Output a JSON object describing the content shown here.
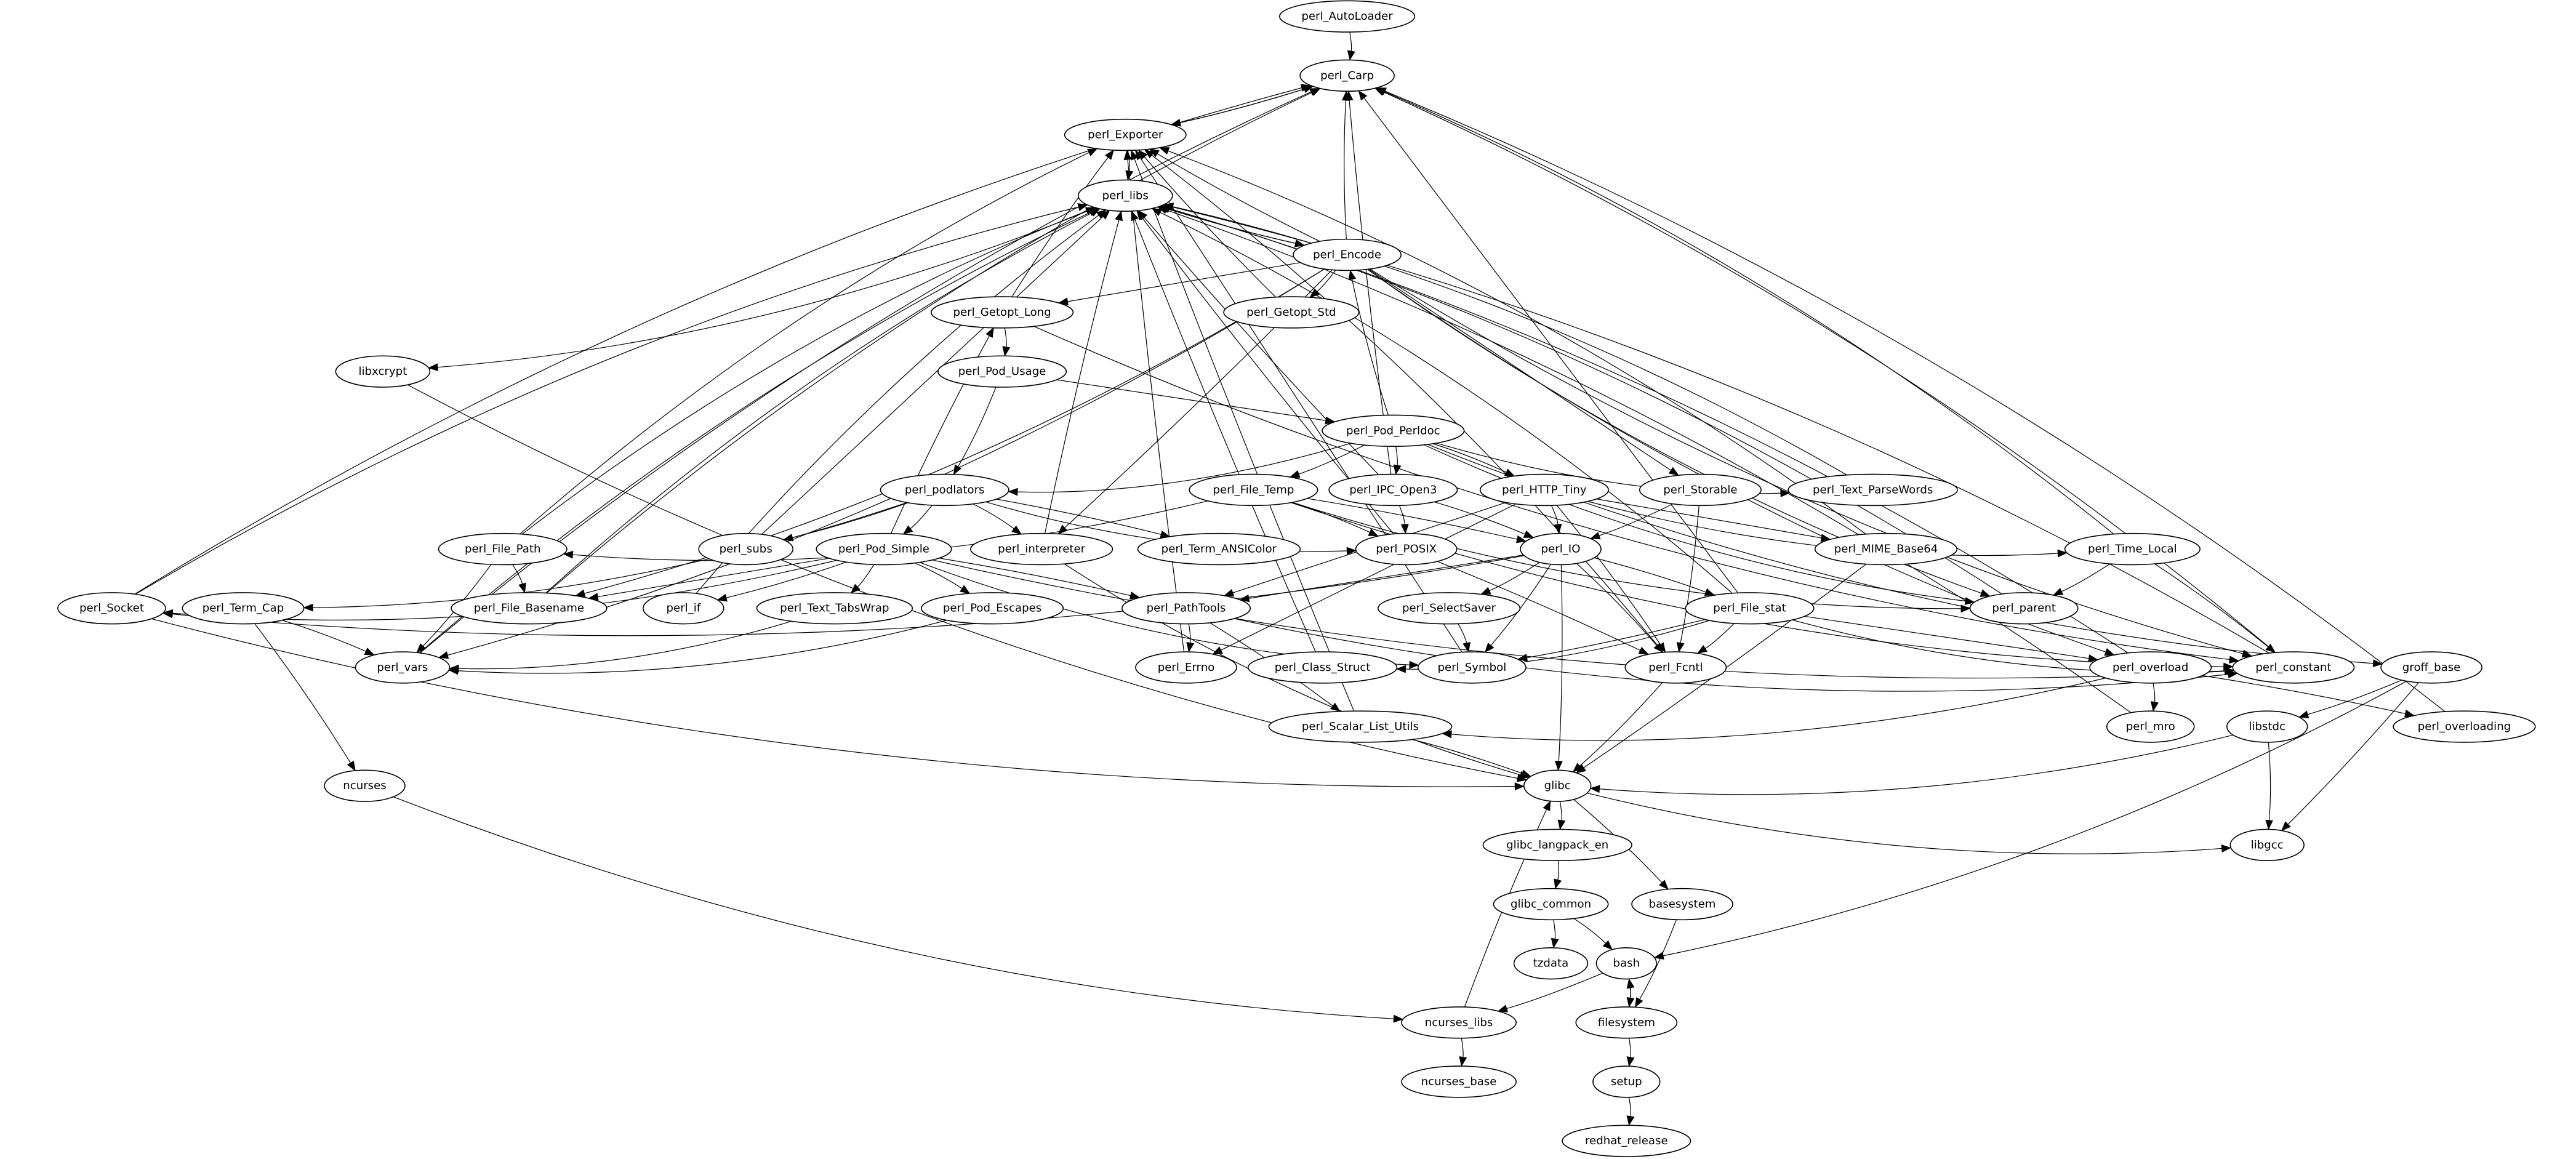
{
  "graph": {
    "type": "directed-dependency-graph",
    "colors": {
      "background": "#ffffff",
      "stroke": "#000000",
      "node_fill": "#ffffff",
      "text": "#000000"
    },
    "nodes": [
      {
        "id": "perl_AutoLoader",
        "label": "perl_AutoLoader"
      },
      {
        "id": "perl_Carp",
        "label": "perl_Carp"
      },
      {
        "id": "perl_Exporter",
        "label": "perl_Exporter"
      },
      {
        "id": "perl_libs",
        "label": "perl_libs"
      },
      {
        "id": "perl_Encode",
        "label": "perl_Encode"
      },
      {
        "id": "perl_Getopt_Long",
        "label": "perl_Getopt_Long"
      },
      {
        "id": "perl_Getopt_Std",
        "label": "perl_Getopt_Std"
      },
      {
        "id": "libxcrypt",
        "label": "libxcrypt"
      },
      {
        "id": "perl_Pod_Usage",
        "label": "perl_Pod_Usage"
      },
      {
        "id": "perl_Pod_Perldoc",
        "label": "perl_Pod_Perldoc"
      },
      {
        "id": "perl_podlators",
        "label": "perl_podlators"
      },
      {
        "id": "perl_File_Temp",
        "label": "perl_File_Temp"
      },
      {
        "id": "perl_IPC_Open3",
        "label": "perl_IPC_Open3"
      },
      {
        "id": "perl_HTTP_Tiny",
        "label": "perl_HTTP_Tiny"
      },
      {
        "id": "perl_Storable",
        "label": "perl_Storable"
      },
      {
        "id": "perl_Text_ParseWords",
        "label": "perl_Text_ParseWords"
      },
      {
        "id": "perl_File_Path",
        "label": "perl_File_Path"
      },
      {
        "id": "perl_subs",
        "label": "perl_subs"
      },
      {
        "id": "perl_Pod_Simple",
        "label": "perl_Pod_Simple"
      },
      {
        "id": "perl_interpreter",
        "label": "perl_interpreter"
      },
      {
        "id": "perl_Term_ANSIColor",
        "label": "perl_Term_ANSIColor"
      },
      {
        "id": "perl_POSIX",
        "label": "perl_POSIX"
      },
      {
        "id": "perl_IO",
        "label": "perl_IO"
      },
      {
        "id": "perl_MIME_Base64",
        "label": "perl_MIME_Base64"
      },
      {
        "id": "perl_Time_Local",
        "label": "perl_Time_Local"
      },
      {
        "id": "perl_Socket",
        "label": "perl_Socket"
      },
      {
        "id": "perl_Term_Cap",
        "label": "perl_Term_Cap"
      },
      {
        "id": "perl_File_Basename",
        "label": "perl_File_Basename"
      },
      {
        "id": "perl_if",
        "label": "perl_if"
      },
      {
        "id": "perl_Text_TabsWrap",
        "label": "perl_Text_TabsWrap"
      },
      {
        "id": "perl_Pod_Escapes",
        "label": "perl_Pod_Escapes"
      },
      {
        "id": "perl_PathTools",
        "label": "perl_PathTools"
      },
      {
        "id": "perl_SelectSaver",
        "label": "perl_SelectSaver"
      },
      {
        "id": "perl_File_stat",
        "label": "perl_File_stat"
      },
      {
        "id": "perl_parent",
        "label": "perl_parent"
      },
      {
        "id": "perl_vars",
        "label": "perl_vars"
      },
      {
        "id": "perl_Errno",
        "label": "perl_Errno"
      },
      {
        "id": "perl_Class_Struct",
        "label": "perl_Class_Struct"
      },
      {
        "id": "perl_Symbol",
        "label": "perl_Symbol"
      },
      {
        "id": "perl_Fcntl",
        "label": "perl_Fcntl"
      },
      {
        "id": "perl_overload",
        "label": "perl_overload"
      },
      {
        "id": "perl_constant",
        "label": "perl_constant"
      },
      {
        "id": "groff_base",
        "label": "groff_base"
      },
      {
        "id": "perl_Scalar_List_Utils",
        "label": "perl_Scalar_List_Utils"
      },
      {
        "id": "perl_mro",
        "label": "perl_mro"
      },
      {
        "id": "libstdc",
        "label": "libstdc"
      },
      {
        "id": "perl_overloading",
        "label": "perl_overloading"
      },
      {
        "id": "ncurses",
        "label": "ncurses"
      },
      {
        "id": "glibc",
        "label": "glibc"
      },
      {
        "id": "libgcc",
        "label": "libgcc"
      },
      {
        "id": "glibc_langpack_en",
        "label": "glibc_langpack_en"
      },
      {
        "id": "glibc_common",
        "label": "glibc_common"
      },
      {
        "id": "basesystem",
        "label": "basesystem"
      },
      {
        "id": "tzdata",
        "label": "tzdata"
      },
      {
        "id": "bash",
        "label": "bash"
      },
      {
        "id": "ncurses_libs",
        "label": "ncurses_libs"
      },
      {
        "id": "filesystem",
        "label": "filesystem"
      },
      {
        "id": "ncurses_base",
        "label": "ncurses_base"
      },
      {
        "id": "setup",
        "label": "setup"
      },
      {
        "id": "redhat_release",
        "label": "redhat_release"
      }
    ],
    "edges": [
      [
        "perl_AutoLoader",
        "perl_Carp"
      ],
      [
        "perl_Carp",
        "perl_Exporter"
      ],
      [
        "perl_Exporter",
        "perl_Carp"
      ],
      [
        "perl_Exporter",
        "perl_libs"
      ],
      [
        "perl_Encode",
        "perl_Carp"
      ],
      [
        "perl_Encode",
        "perl_Exporter"
      ],
      [
        "perl_Encode",
        "perl_libs"
      ],
      [
        "perl_libs",
        "perl_Encode"
      ],
      [
        "perl_Encode",
        "perl_Getopt_Long"
      ],
      [
        "perl_Encode",
        "perl_Getopt_Std"
      ],
      [
        "perl_Encode",
        "perl_Storable"
      ],
      [
        "perl_Encode",
        "perl_parent"
      ],
      [
        "perl_Encode",
        "perl_constant"
      ],
      [
        "perl_Encode",
        "perl_overload"
      ],
      [
        "perl_Encode",
        "perl_interpreter"
      ],
      [
        "perl_Encode",
        "perl_vars"
      ],
      [
        "perl_Encode",
        "perl_File_Basename"
      ],
      [
        "perl_Getopt_Std",
        "perl_Exporter"
      ],
      [
        "perl_Getopt_Long",
        "perl_Exporter"
      ],
      [
        "perl_Getopt_Long",
        "perl_Pod_Usage"
      ],
      [
        "perl_Getopt_Long",
        "perl_constant"
      ],
      [
        "perl_libs",
        "libxcrypt"
      ],
      [
        "perl_Pod_Usage",
        "perl_podlators"
      ],
      [
        "perl_Pod_Usage",
        "perl_Pod_Perldoc"
      ],
      [
        "perl_Pod_Perldoc",
        "perl_Encode"
      ],
      [
        "perl_Pod_Perldoc",
        "perl_podlators"
      ],
      [
        "perl_Pod_Perldoc",
        "perl_File_Temp"
      ],
      [
        "perl_Pod_Perldoc",
        "perl_IPC_Open3"
      ],
      [
        "perl_Pod_Perldoc",
        "perl_HTTP_Tiny"
      ],
      [
        "perl_Pod_Perldoc",
        "perl_Text_ParseWords"
      ],
      [
        "perl_Pod_Perldoc",
        "perl_parent"
      ],
      [
        "perl_Pod_Perldoc",
        "groff_base"
      ],
      [
        "perl_podlators",
        "perl_subs"
      ],
      [
        "perl_podlators",
        "perl_Pod_Simple"
      ],
      [
        "perl_podlators",
        "perl_interpreter"
      ],
      [
        "perl_podlators",
        "perl_Term_ANSIColor"
      ],
      [
        "perl_podlators",
        "perl_POSIX"
      ],
      [
        "perl_podlators",
        "perl_Term_Cap"
      ],
      [
        "perl_File_Temp",
        "perl_File_Path"
      ],
      [
        "perl_File_Temp",
        "perl_POSIX"
      ],
      [
        "perl_File_Temp",
        "perl_IO"
      ],
      [
        "perl_File_Temp",
        "perl_constant"
      ],
      [
        "perl_File_Temp",
        "perl_parent"
      ],
      [
        "perl_IPC_Open3",
        "perl_POSIX"
      ],
      [
        "perl_IPC_Open3",
        "perl_IO"
      ],
      [
        "perl_IPC_Open3",
        "perl_libs"
      ],
      [
        "perl_IPC_Open3",
        "perl_Carp"
      ],
      [
        "perl_HTTP_Tiny",
        "perl_IO"
      ],
      [
        "perl_HTTP_Tiny",
        "perl_Fcntl"
      ],
      [
        "perl_HTTP_Tiny",
        "perl_MIME_Base64"
      ],
      [
        "perl_HTTP_Tiny",
        "perl_Time_Local"
      ],
      [
        "perl_HTTP_Tiny",
        "perl_Errno"
      ],
      [
        "perl_HTTP_Tiny",
        "perl_PathTools"
      ],
      [
        "perl_Storable",
        "perl_IO"
      ],
      [
        "perl_Storable",
        "perl_Fcntl"
      ],
      [
        "perl_Text_ParseWords",
        "perl_libs"
      ],
      [
        "perl_File_Path",
        "perl_File_Basename"
      ],
      [
        "perl_File_Path",
        "perl_vars"
      ],
      [
        "perl_File_Path",
        "perl_libs"
      ],
      [
        "perl_File_Path",
        "perl_Exporter"
      ],
      [
        "perl_subs",
        "perl_libs"
      ],
      [
        "perl_Pod_Simple",
        "perl_Getopt_Long"
      ],
      [
        "perl_Pod_Simple",
        "perl_if"
      ],
      [
        "perl_Pod_Simple",
        "perl_Text_TabsWrap"
      ],
      [
        "perl_Pod_Simple",
        "perl_Pod_Escapes"
      ],
      [
        "perl_Pod_Simple",
        "perl_PathTools"
      ],
      [
        "perl_Pod_Simple",
        "perl_Symbol"
      ],
      [
        "perl_Pod_Simple",
        "perl_File_Basename"
      ],
      [
        "perl_Pod_Simple",
        "perl_Socket"
      ],
      [
        "perl_Pod_Simple",
        "perl_constant"
      ],
      [
        "perl_interpreter",
        "perl_libs"
      ],
      [
        "perl_interpreter",
        "glibc"
      ],
      [
        "perl_POSIX",
        "perl_libs"
      ],
      [
        "perl_POSIX",
        "perl_Fcntl"
      ],
      [
        "perl_IO",
        "perl_PathTools"
      ],
      [
        "perl_IO",
        "perl_SelectSaver"
      ],
      [
        "perl_IO",
        "perl_Symbol"
      ],
      [
        "perl_IO",
        "perl_Fcntl"
      ],
      [
        "perl_IO",
        "perl_File_stat"
      ],
      [
        "perl_IO",
        "perl_Socket"
      ],
      [
        "perl_IO",
        "glibc"
      ],
      [
        "perl_MIME_Base64",
        "glibc"
      ],
      [
        "perl_MIME_Base64",
        "perl_Exporter"
      ],
      [
        "perl_Time_Local",
        "perl_parent"
      ],
      [
        "perl_Time_Local",
        "perl_constant"
      ],
      [
        "perl_Time_Local",
        "perl_Carp"
      ],
      [
        "perl_Socket",
        "perl_libs"
      ],
      [
        "perl_Socket",
        "perl_Carp"
      ],
      [
        "perl_Socket",
        "glibc"
      ],
      [
        "perl_Term_Cap",
        "perl_vars"
      ],
      [
        "perl_Term_Cap",
        "ncurses"
      ],
      [
        "perl_File_Basename",
        "perl_libs"
      ],
      [
        "perl_File_Basename",
        "perl_Carp"
      ],
      [
        "perl_if",
        "perl_libs"
      ],
      [
        "perl_Text_TabsWrap",
        "perl_vars"
      ],
      [
        "perl_Pod_Escapes",
        "perl_vars"
      ],
      [
        "perl_PathTools",
        "perl_Errno"
      ],
      [
        "perl_PathTools",
        "perl_Scalar_List_Utils"
      ],
      [
        "perl_PathTools",
        "perl_constant"
      ],
      [
        "perl_SelectSaver",
        "perl_Symbol"
      ],
      [
        "perl_File_stat",
        "perl_Fcntl"
      ],
      [
        "perl_File_stat",
        "perl_Symbol"
      ],
      [
        "perl_File_stat",
        "perl_Class_Struct"
      ],
      [
        "perl_File_stat",
        "perl_overload"
      ],
      [
        "perl_File_stat",
        "perl_constant"
      ],
      [
        "perl_File_stat",
        "perl_Carp"
      ],
      [
        "perl_File_stat",
        "perl_libs"
      ],
      [
        "perl_parent",
        "perl_libs"
      ],
      [
        "perl_vars",
        "perl_Carp"
      ],
      [
        "perl_vars",
        "perl_libs"
      ],
      [
        "perl_Errno",
        "perl_Exporter"
      ],
      [
        "perl_Class_Struct",
        "perl_libs"
      ],
      [
        "perl_Symbol",
        "perl_Exporter"
      ],
      [
        "perl_Fcntl",
        "glibc"
      ],
      [
        "perl_Fcntl",
        "perl_Exporter"
      ],
      [
        "perl_overload",
        "perl_mro"
      ],
      [
        "perl_overload",
        "perl_overloading"
      ],
      [
        "perl_overload",
        "perl_Scalar_List_Utils"
      ],
      [
        "perl_overload",
        "perl_libs"
      ],
      [
        "perl_constant",
        "perl_Carp"
      ],
      [
        "perl_constant",
        "perl_libs"
      ],
      [
        "groff_base",
        "libstdc"
      ],
      [
        "groff_base",
        "libgcc"
      ],
      [
        "groff_base",
        "bash"
      ],
      [
        "perl_Scalar_List_Utils",
        "glibc"
      ],
      [
        "perl_Scalar_List_Utils",
        "perl_Exporter"
      ],
      [
        "perl_mro",
        "perl_libs"
      ],
      [
        "libstdc",
        "glibc"
      ],
      [
        "libstdc",
        "libgcc"
      ],
      [
        "perl_overloading",
        "perl_Carp"
      ],
      [
        "libxcrypt",
        "glibc"
      ],
      [
        "ncurses",
        "ncurses_libs"
      ],
      [
        "glibc",
        "glibc_langpack_en"
      ],
      [
        "glibc",
        "basesystem"
      ],
      [
        "glibc",
        "libgcc"
      ],
      [
        "glibc_langpack_en",
        "glibc_common"
      ],
      [
        "glibc_common",
        "tzdata"
      ],
      [
        "glibc_common",
        "bash"
      ],
      [
        "basesystem",
        "filesystem"
      ],
      [
        "bash",
        "filesystem"
      ],
      [
        "filesystem",
        "bash"
      ],
      [
        "bash",
        "ncurses_libs"
      ],
      [
        "ncurses_libs",
        "glibc"
      ],
      [
        "ncurses_libs",
        "ncurses_base"
      ],
      [
        "filesystem",
        "setup"
      ],
      [
        "setup",
        "redhat_release"
      ]
    ]
  }
}
